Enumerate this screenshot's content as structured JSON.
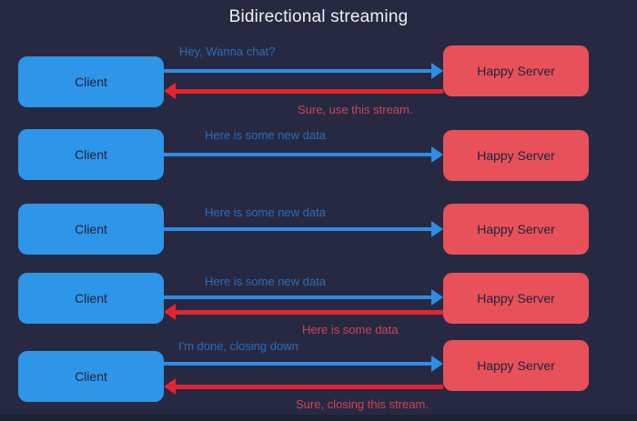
{
  "title": "Bidirectional streaming",
  "colors": {
    "background": "#272943",
    "client_box": "#2d96e8",
    "server_box": "#e85159",
    "arrow_blue": "#2e8de4",
    "arrow_red": "#e52430",
    "label_blue": "#2b6cb8",
    "label_red": "#cc4456"
  },
  "rows": [
    {
      "client": "Client",
      "server": "Happy Server",
      "request": "Hey, Wanna chat?",
      "response": "Sure, use this stream."
    },
    {
      "client": "Client",
      "server": "Happy Server",
      "request": "Here is some new data"
    },
    {
      "client": "Client",
      "server": "Happy Server",
      "request": "Here is some new data"
    },
    {
      "client": "Client",
      "server": "Happy Server",
      "request": "Here is some new data",
      "response": "Here is some data"
    },
    {
      "client": "Client",
      "server": "Happy Server",
      "request": "I'm done, closing down",
      "response": "Sure, closing this stream."
    }
  ]
}
